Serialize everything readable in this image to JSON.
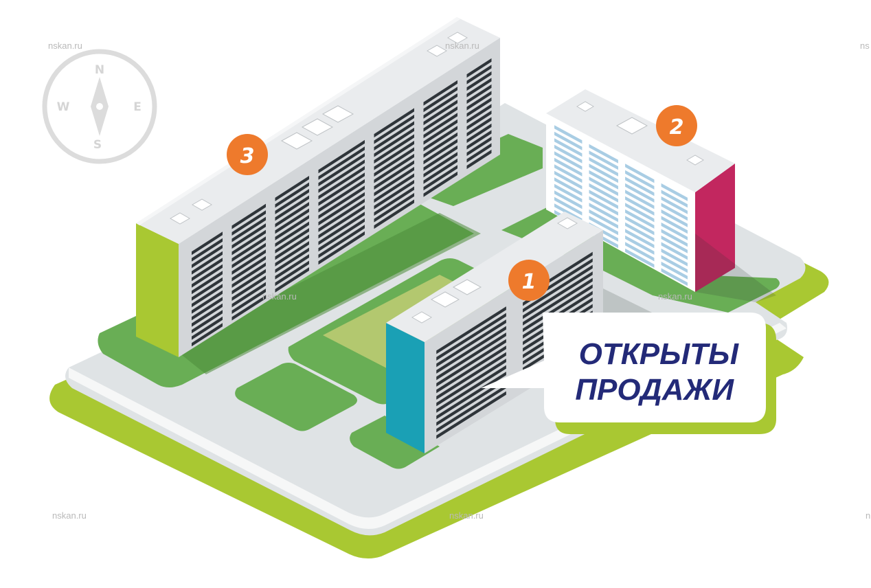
{
  "watermarks": [
    "nskan.ru",
    "nskan.ru",
    "ns",
    "nskan.ru",
    "nskan.ru",
    "nskan.ru",
    "nskan.ru",
    "n"
  ],
  "compass": {
    "north": "N",
    "south": "S",
    "west": "W",
    "east": "E"
  },
  "buildings": [
    {
      "label": "1",
      "accent_color": "#1aa0b5"
    },
    {
      "label": "2",
      "accent_color": "#c2275f"
    },
    {
      "label": "3",
      "accent_color": "#a9c832"
    }
  ],
  "marker_color": "#ee7a2c",
  "sale_callout": {
    "line1": "ОТКРЫТЫ",
    "line2": "ПРОДАЖИ"
  },
  "colors": {
    "base_lime": "#a9c832",
    "pavement": "#dfe3e5",
    "lawn": "#69ae55",
    "lawn_dark": "#4c8c3b",
    "facade": "#d3d6d9",
    "window": "#2f353a",
    "callout_text": "#232a78"
  }
}
